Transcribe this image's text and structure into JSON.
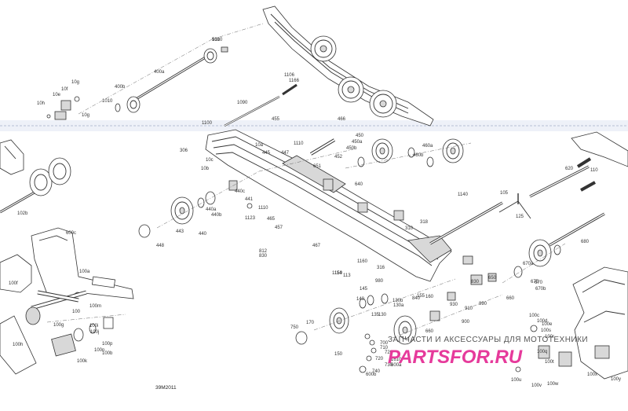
{
  "diagram": {
    "drawing_code": "39M2011",
    "watermark_line": "ЗАПЧАСТИ И АКСЕССУАРЫ ДЛЯ МОТОТЕХНИКИ",
    "watermark_brand": "PARTSFOR.RU",
    "labels": [
      "1010",
      "400a",
      "400b",
      "1010",
      "10g",
      "10f",
      "10e",
      "10h",
      "10g",
      "1100",
      "1166",
      "1090",
      "455",
      "466",
      "1106",
      "10a",
      "10c",
      "306",
      "10b",
      "445",
      "447",
      "1110",
      "651",
      "452",
      "450b",
      "450a",
      "460b",
      "460a",
      "450",
      "640",
      "440",
      "441",
      "440c",
      "440b",
      "440a",
      "443",
      "448",
      "1123",
      "1110",
      "465",
      "457",
      "812",
      "830",
      "467",
      "310",
      "318",
      "1150",
      "1140",
      "105",
      "110",
      "125",
      "650",
      "675",
      "660",
      "670",
      "670a",
      "670b",
      "680",
      "620",
      "114",
      "1160",
      "316",
      "113",
      "145",
      "140",
      "135",
      "130",
      "130a",
      "130b",
      "160",
      "155",
      "930",
      "910",
      "900",
      "660",
      "840",
      "890",
      "980",
      "830",
      "700",
      "710",
      "720",
      "720",
      "730",
      "740",
      "750",
      "170",
      "150",
      "1610",
      "600a",
      "600b",
      "600c",
      "100",
      "100a",
      "100b",
      "100c",
      "100d",
      "100e",
      "100f",
      "100g",
      "100h",
      "100i",
      "100j",
      "100k",
      "100m",
      "100n",
      "100p",
      "100q",
      "100r",
      "100s",
      "100t",
      "100u",
      "100v",
      "100w",
      "100x",
      "100y",
      "102b",
      "510"
    ]
  }
}
